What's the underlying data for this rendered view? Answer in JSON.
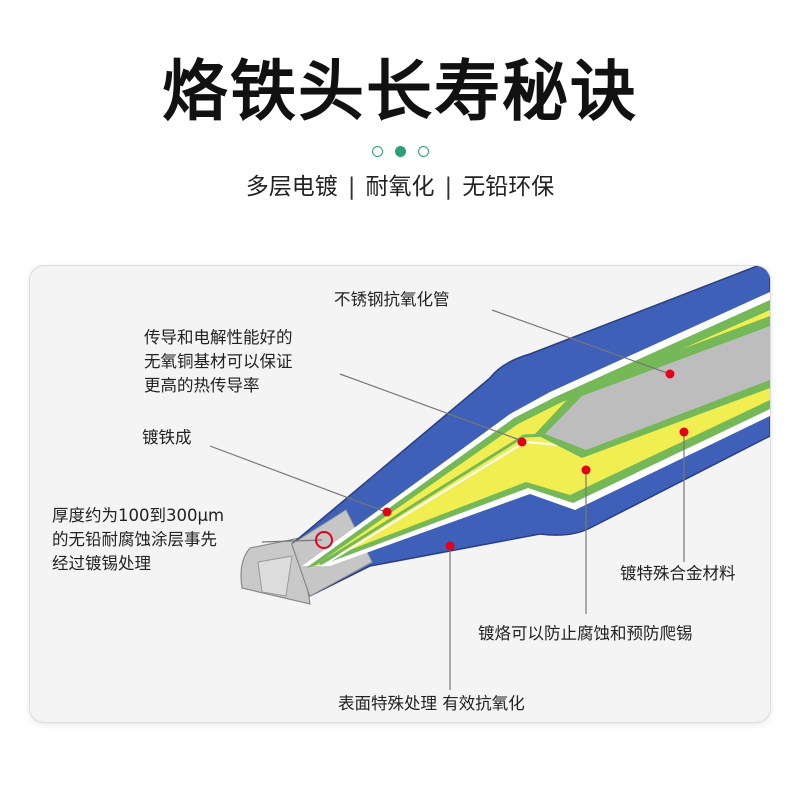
{
  "header": {
    "title": "烙铁头长寿秘诀",
    "subtitle": {
      "parts": [
        "多层电镀",
        "耐氧化",
        "无铅环保"
      ],
      "separator": "|"
    }
  },
  "diagram": {
    "labels": {
      "stainless_tube": "不锈钢抗氧化管",
      "copper_core": [
        "传导和电解性能好的",
        "无氧铜基材可以保证",
        "更高的热传导率"
      ],
      "iron_plating": "镀铁成",
      "lead_free_coating": [
        "厚度约为100到300μm",
        "的无铅耐腐蚀涂层事先",
        "经过镀锡处理"
      ],
      "special_alloy": "镀特殊合金材料",
      "chrome_plating": "镀烙可以防止腐蚀和预防爬锡",
      "surface_treatment": "表面特殊处理 有效抗氧化"
    },
    "colors": {
      "outer_shell": "#3f60b8",
      "green_layer": "#74b857",
      "yellow_layer": "#f0ee50",
      "core": "#bdbdbd",
      "marker": "#e3001b",
      "accent": "#2e9e75"
    }
  }
}
